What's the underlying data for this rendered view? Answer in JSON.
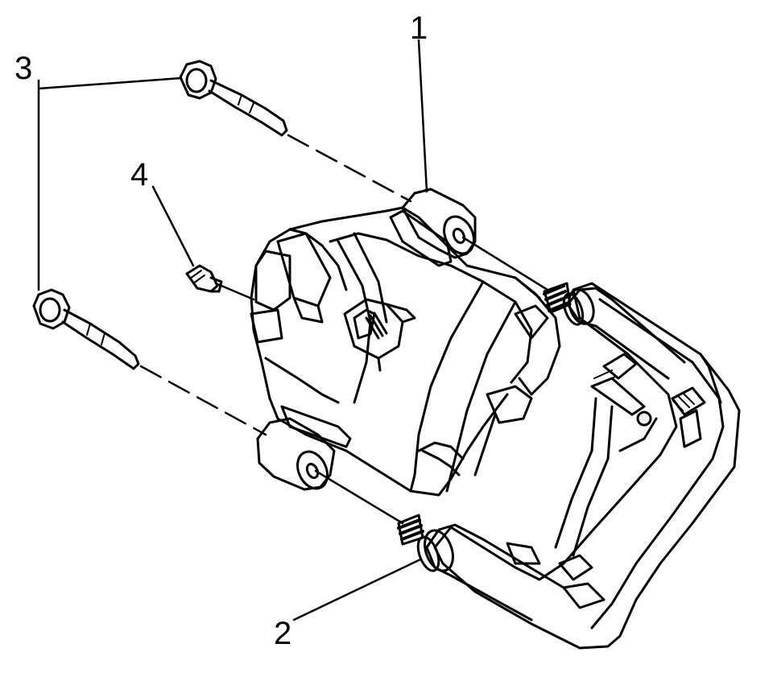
{
  "diagram": {
    "callouts": [
      {
        "id": "c1",
        "label": "1"
      },
      {
        "id": "c2",
        "label": "2"
      },
      {
        "id": "c3",
        "label": "3"
      },
      {
        "id": "c4",
        "label": "4"
      }
    ],
    "colors": {
      "line": "#000000",
      "background": "#ffffff"
    }
  }
}
